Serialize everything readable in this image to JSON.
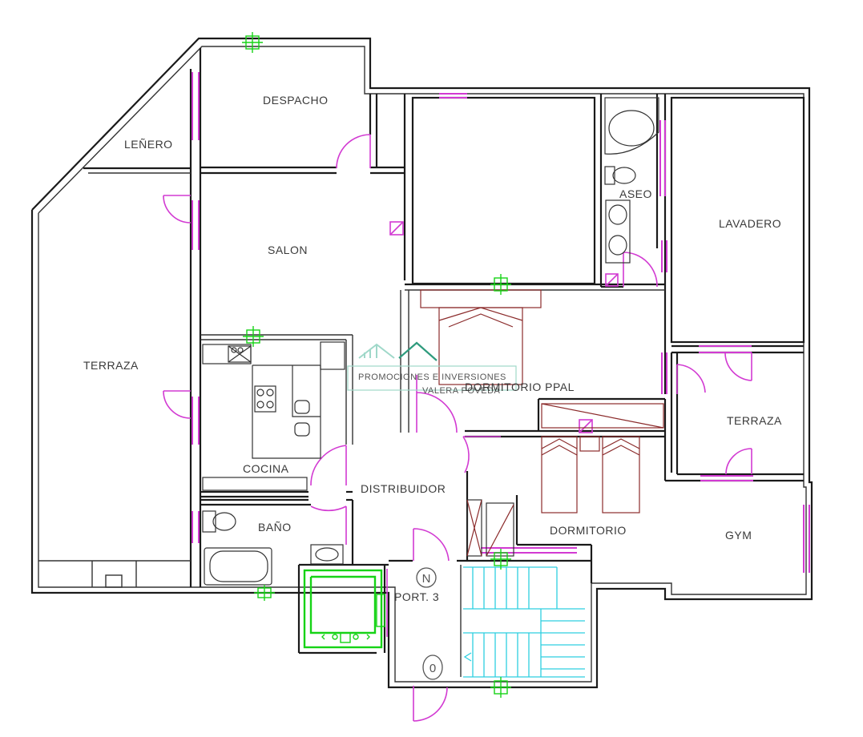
{
  "rooms": {
    "despacho": "DESPACHO",
    "lenero": "LEÑERO",
    "salon": "SALON",
    "terraza_left": "TERRAZA",
    "cocina": "COCINA",
    "bano": "BAÑO",
    "distribuidor": "DISTRIBUIDOR",
    "aseo": "ASEO",
    "lavadero": "LAVADERO",
    "dormitorio_ppal": "DORMITORIO PPAL",
    "terraza_right": "TERRAZA",
    "dormitorio": "DORMITORIO",
    "gym": "GYM",
    "portal": "PORT. 3"
  },
  "symbols": {
    "north": "N",
    "entrance": "0"
  },
  "watermark": {
    "line1": "PROMOCIONES E INVERSIONES",
    "line2": "VALERA POVEDA"
  },
  "colors": {
    "walls": "#1a1a1a",
    "windows_doors": "#d23ad2",
    "stairs": "#2ecfe0",
    "markers": "#16d316",
    "furniture": "#8b2b2b"
  },
  "icons": [
    "crosshair-icon",
    "north-arrow-icon",
    "entrance-icon"
  ]
}
